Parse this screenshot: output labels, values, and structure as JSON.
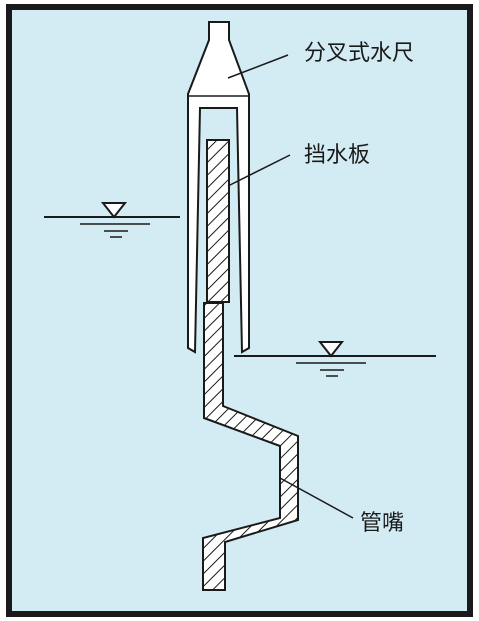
{
  "diagram": {
    "labels": {
      "fork_staff": "分叉式水尺",
      "baffle": "挡水板",
      "nozzle": "管嘴"
    },
    "colors": {
      "frame": "#1a1a1a",
      "panel": "#d3ecf4",
      "line": "#1a1a1a",
      "fill": "#ffffff"
    }
  }
}
